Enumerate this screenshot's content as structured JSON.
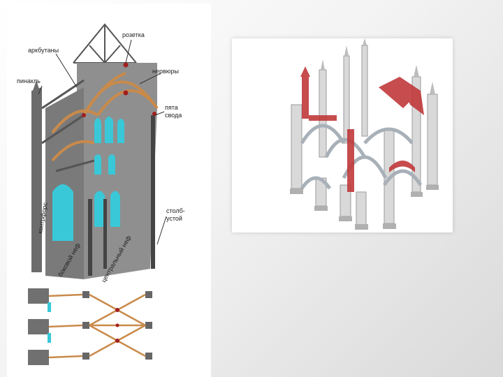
{
  "diagram": {
    "labels": {
      "rosette": "розетка",
      "flying_buttresses": "аркбутаны",
      "ribs": "нервюры",
      "pinnacle": "пинакль",
      "vault_springer": "пята",
      "vault_springer_2": "свода",
      "buttress": "контрфорс",
      "side_nave": "боковой неф",
      "central_nave": "центральный неф",
      "pillar": "столб-",
      "pillar_2": "устой"
    },
    "colors": {
      "stone": "#8f8f8f",
      "stone_dark": "#6c6c6c",
      "window": "#39c8d8",
      "rib": "#c98a4a",
      "node": "#a11f1f",
      "accent_red": "#c0393b"
    }
  }
}
